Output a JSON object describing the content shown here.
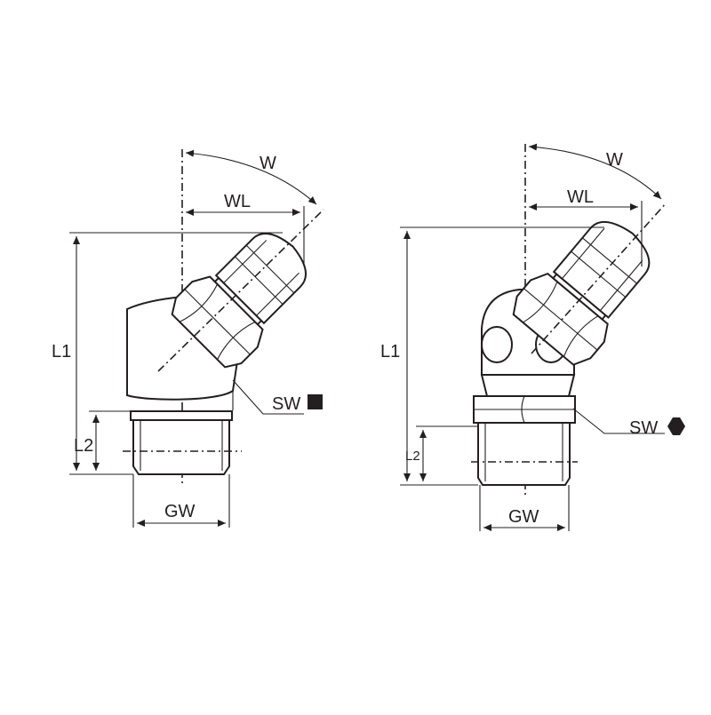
{
  "drawings": [
    {
      "name": "fitting-square-body",
      "labels": {
        "angle": "W",
        "offset": "WL",
        "length_total": "L1",
        "length_thread": "L2",
        "thread": "GW",
        "wrench": "SW"
      },
      "wrench_shape": "square"
    },
    {
      "name": "fitting-hex-body",
      "labels": {
        "angle": "W",
        "offset": "WL",
        "length_total": "L1",
        "length_thread": "L2",
        "thread": "GW",
        "wrench": "SW"
      },
      "wrench_shape": "hexagon"
    }
  ],
  "colors": {
    "line": "#231f20",
    "background": "#ffffff"
  }
}
